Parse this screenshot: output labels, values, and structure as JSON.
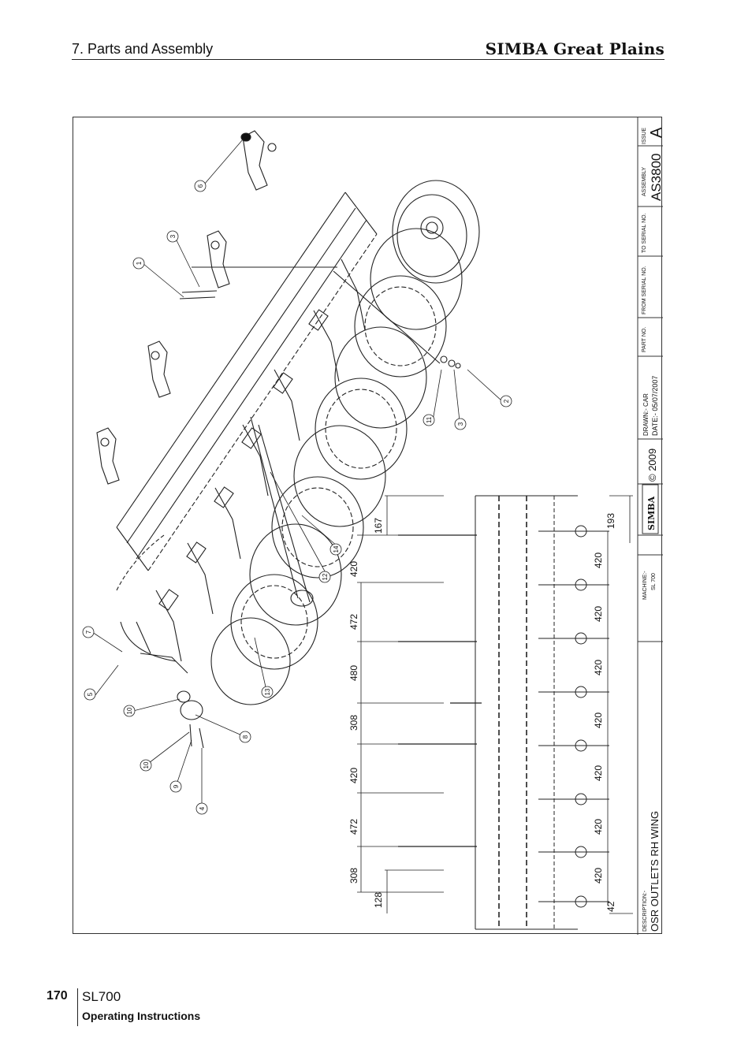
{
  "header": {
    "section_title": "7. Parts and Assembly",
    "brand": "SIMBA Great Plains"
  },
  "drawing": {
    "title_block": {
      "issue_label": "ISSUE",
      "issue": "A",
      "assembly_label": "ASSEMBLY",
      "assembly": "AS3800",
      "to_serial_label": "TO SERIAL NO.",
      "from_serial_label": "FROM SERIAL NO.",
      "part_no_label": "PART NO.",
      "drawn_label": "DRAWN:- CAR",
      "date_label": "DATE:- 05/07/2007",
      "copyright": "© 2009",
      "logo_text": "SIMBA",
      "machine_label": "MACHINE:-",
      "machine": "SL 700",
      "description_label": "DESCRIPTION:-",
      "description": "OSR OUTLETS RH WING"
    },
    "callouts": [
      "1",
      "2",
      "3",
      "3",
      "4",
      "5",
      "6",
      "7",
      "8",
      "9",
      "10",
      "10",
      "11",
      "12",
      "13",
      "14"
    ],
    "dimensions_left": [
      "167",
      "420",
      "472",
      "480",
      "308",
      "420",
      "472",
      "308",
      "128"
    ],
    "dimensions_right": [
      "193",
      "420",
      "420",
      "420",
      "420",
      "420",
      "420",
      "420",
      "42"
    ]
  },
  "footer": {
    "page_number": "170",
    "model": "SL700",
    "subtitle": "Operating Instructions"
  }
}
